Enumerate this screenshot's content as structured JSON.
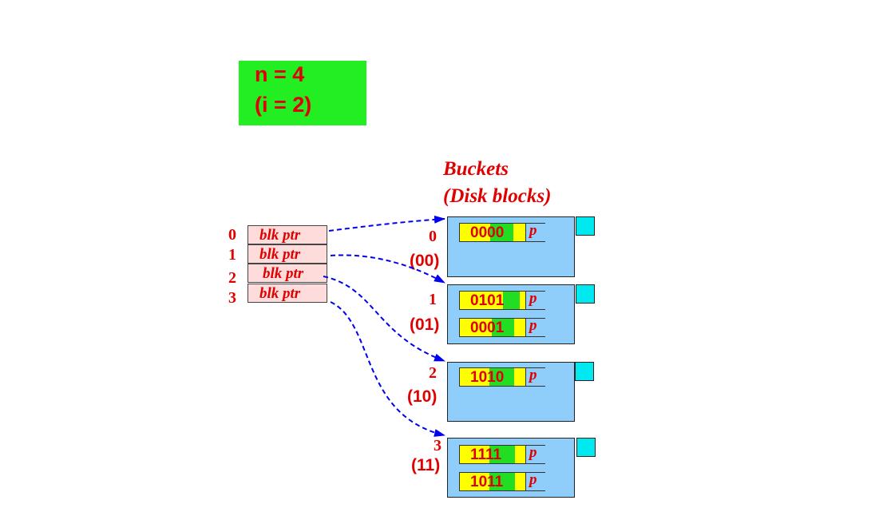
{
  "info": {
    "line1": "n = 4",
    "line2": "(i = 2)"
  },
  "buckets_title": {
    "line1": "Buckets",
    "line2": "(Disk blocks)"
  },
  "directory": [
    {
      "index": "0",
      "label": "blk ptr"
    },
    {
      "index": "1",
      "label": "blk ptr"
    },
    {
      "index": "2",
      "label": "blk ptr"
    },
    {
      "index": "3",
      "label": "blk ptr"
    }
  ],
  "buckets": [
    {
      "index": "0",
      "binary": "(00)",
      "records": [
        {
          "key": "0000",
          "ptr": "p"
        }
      ]
    },
    {
      "index": "1",
      "binary": "(01)",
      "records": [
        {
          "key": "0101",
          "ptr": "p"
        },
        {
          "key": "0001",
          "ptr": "p"
        }
      ]
    },
    {
      "index": "2",
      "binary": "(10)",
      "records": [
        {
          "key": "1010",
          "ptr": "p"
        }
      ]
    },
    {
      "index": "3",
      "binary": "(11)",
      "records": [
        {
          "key": "1111",
          "ptr": "p"
        },
        {
          "key": "1011",
          "ptr": "p"
        }
      ]
    }
  ],
  "colors": {
    "text": "#e00000",
    "info_box": "#22ee22",
    "directory_cell": "#ffdcdc",
    "bucket": "#8fcdfa",
    "overflow": "#00e8f0",
    "record": "#ffff00",
    "highlight": "#22dd22",
    "arrow": "#0000ee"
  }
}
